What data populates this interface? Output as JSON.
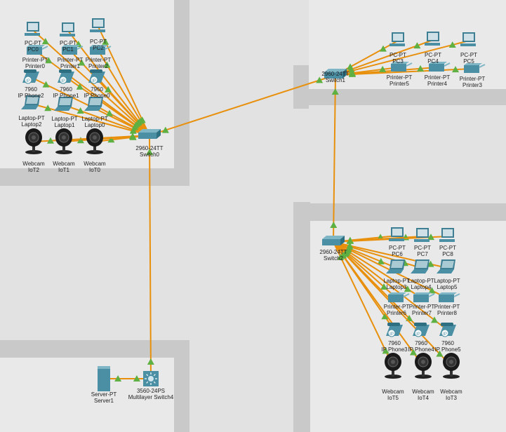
{
  "colors": {
    "link": "#e8900c",
    "port_up": "#5fb043",
    "device": "#4a8fa3",
    "wall": "#c9c9c9",
    "floor": "#e9e9e9"
  },
  "devices": [
    {
      "id": "sw0",
      "type": "switch",
      "model": "2960-24TT",
      "name": "Switch0"
    },
    {
      "id": "sw1",
      "type": "switch",
      "model": "2960-24TT",
      "name": "Switch1"
    },
    {
      "id": "sw2",
      "type": "switch",
      "model": "2960-24TT",
      "name": "Switch2"
    },
    {
      "id": "msw4",
      "type": "mlswitch",
      "model": "3560-24PS",
      "name": "Multilayer Switch4"
    },
    {
      "id": "srv1",
      "type": "server",
      "model": "Server-PT",
      "name": "Server1"
    },
    {
      "id": "pc0",
      "type": "pc",
      "model": "PC-PT",
      "name": "PC0"
    },
    {
      "id": "pc1",
      "type": "pc",
      "model": "PC-PT",
      "name": "PC1"
    },
    {
      "id": "pc2",
      "type": "pc",
      "model": "PC-PT",
      "name": "PC2"
    },
    {
      "id": "pr0",
      "type": "printer",
      "model": "Printer-PT",
      "name": "Printer0"
    },
    {
      "id": "pr1",
      "type": "printer",
      "model": "Printer-PT",
      "name": "Printer1"
    },
    {
      "id": "pr2",
      "type": "printer",
      "model": "Printer-PT",
      "name": "Printer2"
    },
    {
      "id": "ph2",
      "type": "phone",
      "model": "7960",
      "name": "IP Phone2"
    },
    {
      "id": "ph1",
      "type": "phone",
      "model": "7960",
      "name": "IP Phone1"
    },
    {
      "id": "ph0",
      "type": "phone",
      "model": "7960",
      "name": "IP Phone0"
    },
    {
      "id": "lt2",
      "type": "laptop",
      "model": "Laptop-PT",
      "name": "Laptop2"
    },
    {
      "id": "lt1",
      "type": "laptop",
      "model": "Laptop-PT",
      "name": "Laptop1"
    },
    {
      "id": "lt0",
      "type": "laptop",
      "model": "Laptop-PT",
      "name": "Laptop0"
    },
    {
      "id": "cam2",
      "type": "webcam",
      "model": "Webcam",
      "name": "IoT2"
    },
    {
      "id": "cam1",
      "type": "webcam",
      "model": "Webcam",
      "name": "IoT1"
    },
    {
      "id": "cam0",
      "type": "webcam",
      "model": "Webcam",
      "name": "IoT0"
    },
    {
      "id": "pc3",
      "type": "pc",
      "model": "PC-PT",
      "name": "PC3"
    },
    {
      "id": "pc4",
      "type": "pc",
      "model": "PC-PT",
      "name": "PC4"
    },
    {
      "id": "pc5",
      "type": "pc",
      "model": "PC-PT",
      "name": "PC5"
    },
    {
      "id": "pr5",
      "type": "printer",
      "model": "Printer-PT",
      "name": "Printer5"
    },
    {
      "id": "pr4",
      "type": "printer",
      "model": "Printer-PT",
      "name": "Printer4"
    },
    {
      "id": "pr3",
      "type": "printer",
      "model": "Printer-PT",
      "name": "Printer3"
    },
    {
      "id": "pc6",
      "type": "pc",
      "model": "PC-PT",
      "name": "PC6"
    },
    {
      "id": "pc7",
      "type": "pc",
      "model": "PC-PT",
      "name": "PC7"
    },
    {
      "id": "pc8",
      "type": "pc",
      "model": "PC-PT",
      "name": "PC8"
    },
    {
      "id": "lt3",
      "type": "laptop",
      "model": "Laptop-PT",
      "name": "Laptop3"
    },
    {
      "id": "lt4",
      "type": "laptop",
      "model": "Laptop-PT",
      "name": "Laptop4"
    },
    {
      "id": "lt5",
      "type": "laptop",
      "model": "Laptop-PT",
      "name": "Laptop5"
    },
    {
      "id": "pr6",
      "type": "printer",
      "model": "Printer-PT",
      "name": "Printer6"
    },
    {
      "id": "pr7",
      "type": "printer",
      "model": "Printer-PT",
      "name": "Printer7"
    },
    {
      "id": "pr8",
      "type": "printer",
      "model": "Printer-PT",
      "name": "Printer8"
    },
    {
      "id": "ph3",
      "type": "phone",
      "model": "7960",
      "name": "IP Phone3"
    },
    {
      "id": "ph4",
      "type": "phone",
      "model": "7960",
      "name": "IP Phone4"
    },
    {
      "id": "ph5",
      "type": "phone",
      "model": "7960",
      "name": "IP Phone5"
    },
    {
      "id": "cam5",
      "type": "webcam",
      "model": "Webcam",
      "name": "IoT5"
    },
    {
      "id": "cam4",
      "type": "webcam",
      "model": "Webcam",
      "name": "IoT4"
    },
    {
      "id": "cam3",
      "type": "webcam",
      "model": "Webcam",
      "name": "IoT3"
    }
  ],
  "links": [
    [
      "sw0",
      "sw1"
    ],
    [
      "sw0",
      "msw4"
    ],
    [
      "sw1",
      "sw2"
    ],
    [
      "srv1",
      "msw4"
    ],
    [
      "sw0",
      "pc0"
    ],
    [
      "sw0",
      "pc1"
    ],
    [
      "sw0",
      "pc2"
    ],
    [
      "sw0",
      "pr0"
    ],
    [
      "sw0",
      "pr1"
    ],
    [
      "sw0",
      "pr2"
    ],
    [
      "sw0",
      "ph0"
    ],
    [
      "sw0",
      "ph1"
    ],
    [
      "sw0",
      "ph2"
    ],
    [
      "sw0",
      "lt0"
    ],
    [
      "sw0",
      "lt1"
    ],
    [
      "sw0",
      "lt2"
    ],
    [
      "sw0",
      "cam0"
    ],
    [
      "sw0",
      "cam1"
    ],
    [
      "sw0",
      "cam2"
    ],
    [
      "sw1",
      "pc3"
    ],
    [
      "sw1",
      "pc4"
    ],
    [
      "sw1",
      "pc5"
    ],
    [
      "sw1",
      "pr3"
    ],
    [
      "sw1",
      "pr4"
    ],
    [
      "sw1",
      "pr5"
    ],
    [
      "sw2",
      "pc6"
    ],
    [
      "sw2",
      "pc7"
    ],
    [
      "sw2",
      "pc8"
    ],
    [
      "sw2",
      "lt3"
    ],
    [
      "sw2",
      "lt4"
    ],
    [
      "sw2",
      "lt5"
    ],
    [
      "sw2",
      "pr6"
    ],
    [
      "sw2",
      "pr7"
    ],
    [
      "sw2",
      "pr8"
    ],
    [
      "sw2",
      "ph3"
    ],
    [
      "sw2",
      "ph4"
    ],
    [
      "sw2",
      "ph5"
    ],
    [
      "sw2",
      "cam3"
    ],
    [
      "sw2",
      "cam4"
    ],
    [
      "sw2",
      "cam5"
    ]
  ]
}
